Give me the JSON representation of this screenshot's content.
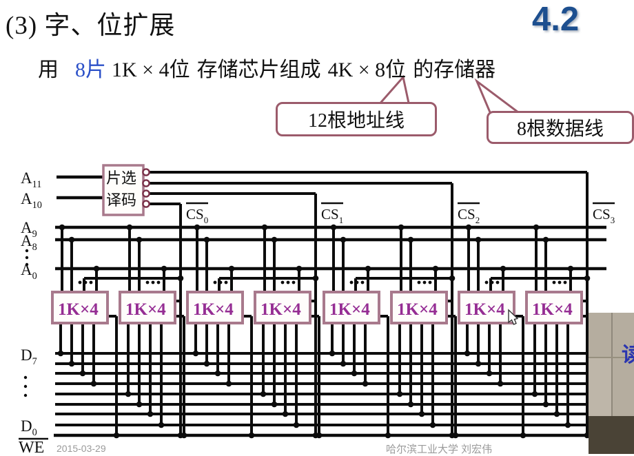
{
  "slide": {
    "section_number": "4.2",
    "title": "(3) 字、位扩展",
    "statement": {
      "prefix": "用",
      "highlight": "8片",
      "chip_spec": "1K × 4位",
      "middle": "存储芯片组成",
      "total_spec": "4K × 8位",
      "suffix": "的存储器"
    },
    "callouts": {
      "address": "12根地址线",
      "data": "8根数据线"
    },
    "footer": {
      "date": "2015-03-29",
      "author": "哈尔滨工业大学  刘宏伟"
    }
  },
  "diagram": {
    "decoder": {
      "line1": "片选",
      "line2": "译码"
    },
    "address_inputs": [
      {
        "base": "A",
        "sub": "11"
      },
      {
        "base": "A",
        "sub": "10"
      }
    ],
    "address_bus": [
      {
        "base": "A",
        "sub": "9"
      },
      {
        "base": "A",
        "sub": "8"
      },
      {
        "base": "A",
        "sub": "0"
      }
    ],
    "chip_select": {
      "base": "CS",
      "subs": [
        "0",
        "1",
        "2",
        "3"
      ]
    },
    "chips": {
      "label": "1K×4",
      "count": 8
    },
    "data_bus": [
      {
        "base": "D",
        "sub": "7"
      },
      {
        "base": "D",
        "sub": "0"
      }
    ],
    "write_enable": "WE",
    "vertical_ellipsis": "⋮",
    "chip_ellipsis": "···"
  },
  "overlay": {
    "partial_char": "读"
  },
  "colors": {
    "wire": "#0c0c0c",
    "chip_border": "#a8798c",
    "chip_text": "#952d93",
    "decoder_border": "#a8798c",
    "bubble_stroke": "#7a3048",
    "callout_border": "#9b5b6b",
    "section_blue": "#1d4f8f",
    "highlight_blue": "#2b50c8",
    "footer_gray": "#9a9a9a"
  }
}
